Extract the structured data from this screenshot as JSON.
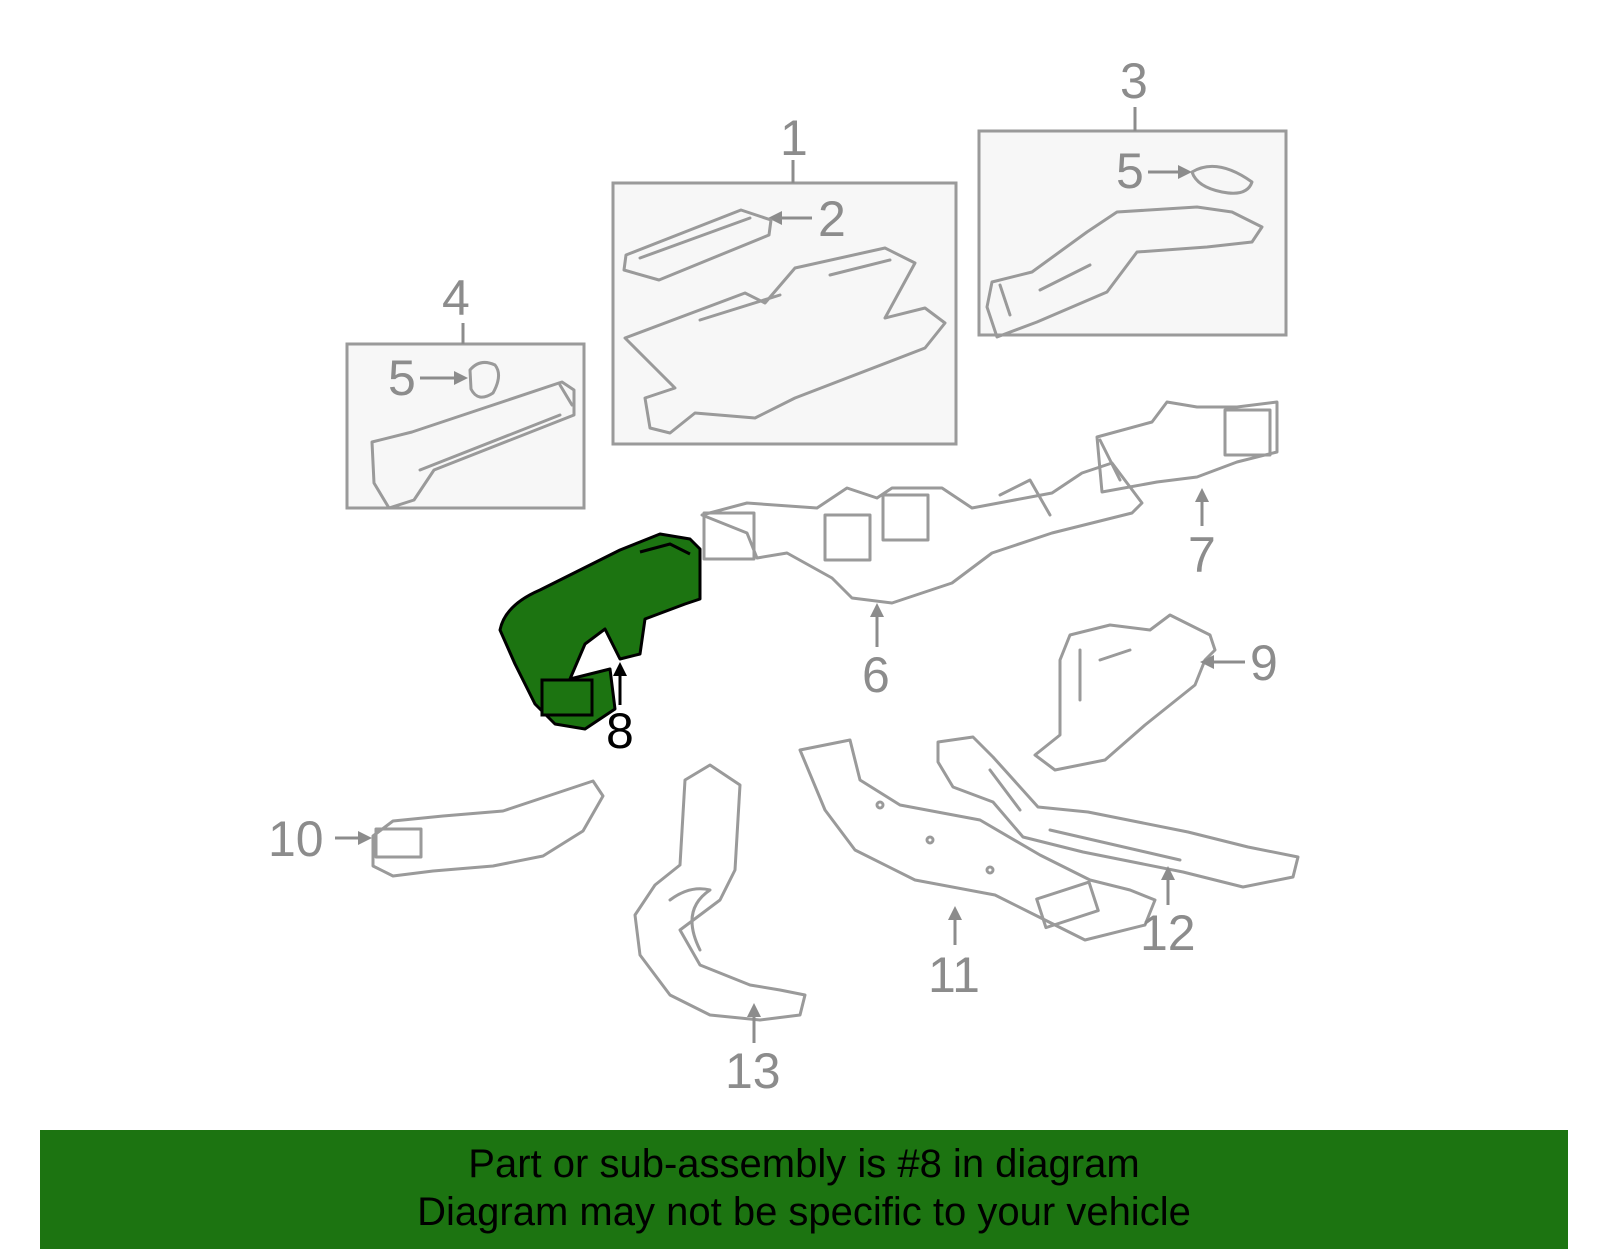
{
  "callouts": {
    "c1": "1",
    "c2": "2",
    "c3": "3",
    "c4": "4",
    "c5a": "5",
    "c5b": "5",
    "c6": "6",
    "c7": "7",
    "c8": "8",
    "c9": "9",
    "c10": "10",
    "c11": "11",
    "c12": "12",
    "c13": "13"
  },
  "highlight_color": "#1c7411",
  "part_line_color": "#9a9a9a",
  "footer": {
    "line1": "Part or sub-assembly is #8 in diagram",
    "line2": "Diagram may not be specific to your vehicle"
  }
}
